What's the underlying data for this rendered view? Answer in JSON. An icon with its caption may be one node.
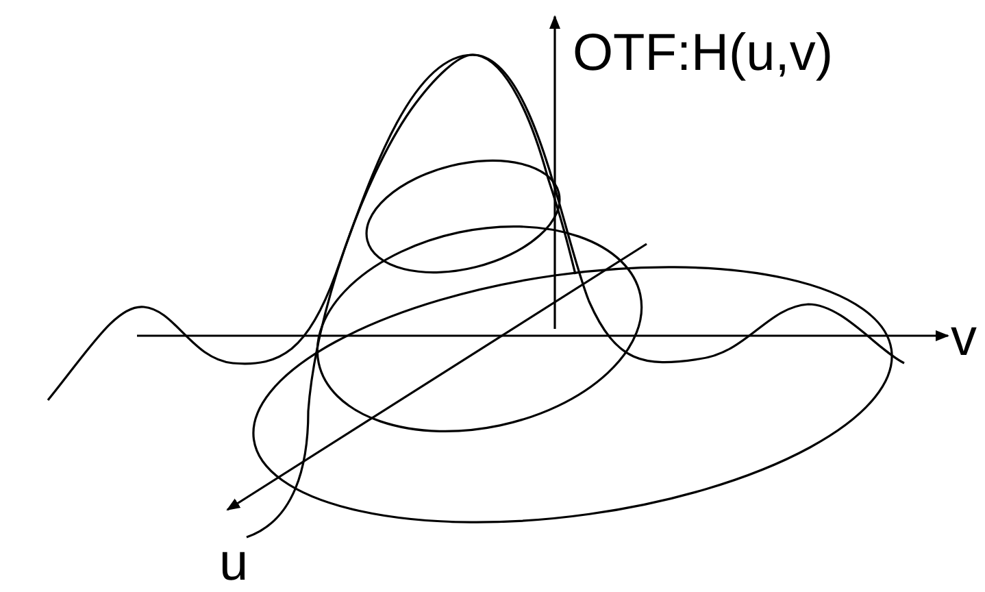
{
  "diagram": {
    "labels": [
      "OTF:H(u,v)",
      "v",
      "u"
    ]
  }
}
